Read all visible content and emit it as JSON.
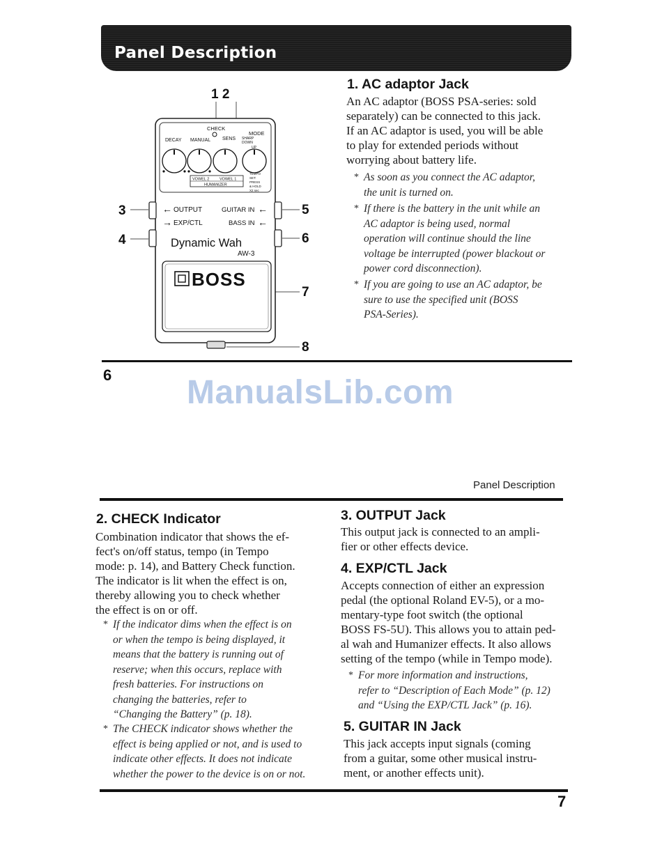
{
  "header": {
    "title": "Panel Description"
  },
  "running_head": "Panel Description",
  "watermark": "ManualsLib.com",
  "diagram": {
    "callouts": [
      "1 2",
      "3",
      "4",
      "5",
      "6",
      "7",
      "8"
    ],
    "labels": {
      "check": "CHECK",
      "mode": "MODE",
      "decay": "DECAY",
      "manual": "MANUAL",
      "sens": "SENS",
      "sharp": "SHARP",
      "down": "DOWN",
      "up": "UP",
      "tempo": "TEMPO",
      "set": "SET:",
      "press": "PRESS",
      "hold": "& HOLD",
      "sec": "X2 sec",
      "vowel2": "VOWEL 2",
      "vowel1": "VOWEL 1",
      "humanizer": "HUMANIZER",
      "output": "OUTPUT",
      "guitar_in": "GUITAR IN",
      "exp_ctl": "EXP/CTL",
      "bass_in": "BASS IN",
      "model_name": "Dynamic Wah",
      "model_code": "AW-3",
      "brand": "BOSS"
    }
  },
  "page6": {
    "section1": {
      "heading": "1. AC adaptor Jack",
      "body": [
        "An AC adaptor (BOSS PSA-series: sold",
        "separately) can be connected to this jack.",
        "If an AC adaptor is used, you will be able",
        "to play for extended periods without",
        "worrying about battery life."
      ],
      "notes": [
        [
          "As soon as you connect the AC adaptor,",
          "the unit is turned on."
        ],
        [
          "If there is the battery in the unit while an",
          "AC adaptor is being used, normal",
          "operation will continue should the line",
          "voltage be interrupted (power blackout or",
          "power cord disconnection)."
        ],
        [
          "If you are going to use an AC adaptor, be",
          "sure to use the specified unit (BOSS",
          "PSA-Series)."
        ]
      ]
    },
    "page_number": "6"
  },
  "page7": {
    "section2": {
      "heading": "2. CHECK Indicator",
      "body": [
        "Combination indicator that shows the ef-",
        "fect's on/off status, tempo (in Tempo",
        "mode: p. 14), and Battery Check function.",
        "The indicator is lit when the effect is on,",
        "thereby allowing you to check whether",
        "the effect is on or off."
      ],
      "notes": [
        [
          "If the indicator dims when the effect is on",
          "or when the tempo is being displayed, it",
          "means that the battery is running out of",
          "reserve; when this occurs, replace with",
          "fresh batteries. For instructions on",
          "changing the batteries, refer to",
          "“Changing the Battery” (p. 18)."
        ],
        [
          "The CHECK indicator shows whether the",
          "effect is being applied or not, and is used to",
          "indicate other effects. It does not indicate",
          "whether the power to the device is on or not."
        ]
      ]
    },
    "section3": {
      "heading": "3. OUTPUT Jack",
      "body": [
        "This output jack is connected to an ampli-",
        "fier or other effects device."
      ]
    },
    "section4": {
      "heading": "4. EXP/CTL Jack",
      "body": [
        "Accepts connection of either an expression",
        "pedal (the optional Roland EV-5), or a mo-",
        "mentary-type foot switch (the optional",
        "BOSS FS-5U). This allows you to attain ped-",
        "al wah and Humanizer effects. It also allows",
        "setting of the tempo (while in Tempo mode)."
      ],
      "notes": [
        [
          "For more information and instructions,",
          "refer to “Description of Each Mode” (p. 12)",
          "and “Using the EXP/CTL Jack” (p. 16)."
        ]
      ]
    },
    "section5": {
      "heading": "5. GUITAR IN Jack",
      "body": [
        "This jack accepts input signals (coming",
        "from a guitar, some other musical instru-",
        "ment, or another effects unit)."
      ]
    },
    "page_number": "7"
  }
}
